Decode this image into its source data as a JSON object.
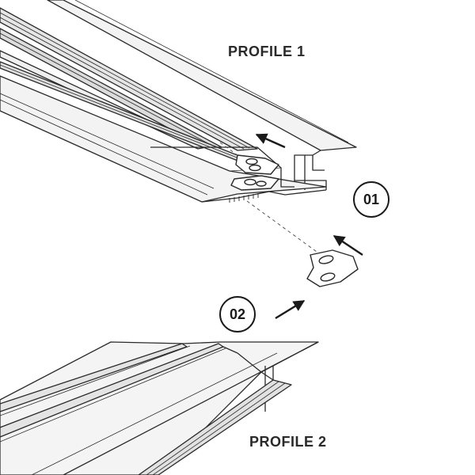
{
  "labels": {
    "profile_1": "PROFILE 1",
    "profile_2": "PROFILE 2"
  },
  "steps": [
    {
      "number": "01"
    },
    {
      "number": "02"
    }
  ],
  "icons": [
    "arrow-icon",
    "connector-bracket-icon"
  ],
  "colors": {
    "line": "#2a2a2a",
    "fill_light": "#f2f2f2",
    "fill_mid": "#d9d9d9",
    "background": "#ffffff"
  }
}
